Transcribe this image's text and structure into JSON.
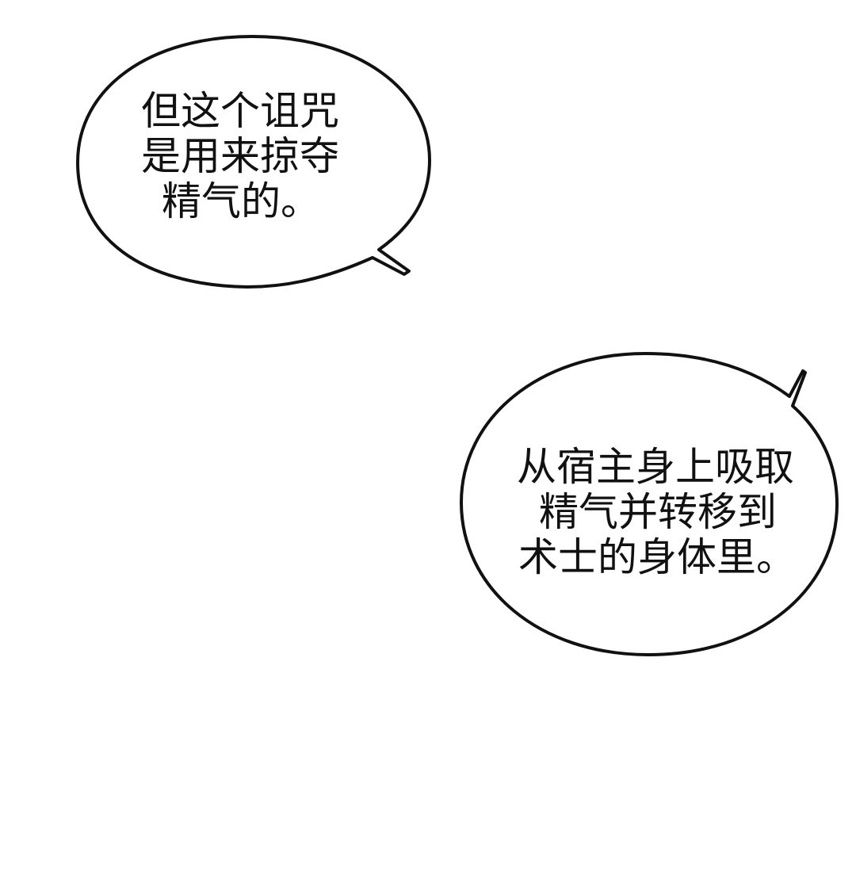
{
  "bubbles": [
    {
      "lines": [
        "但这个诅咒",
        "是用来掠夺",
        "精气的。"
      ]
    },
    {
      "lines": [
        "从宿主身上吸取",
        "精气并转移到",
        "术士的身体里。"
      ]
    }
  ],
  "colors": {
    "background": "#ffffff",
    "outline": "#111111",
    "text": "#111111"
  }
}
